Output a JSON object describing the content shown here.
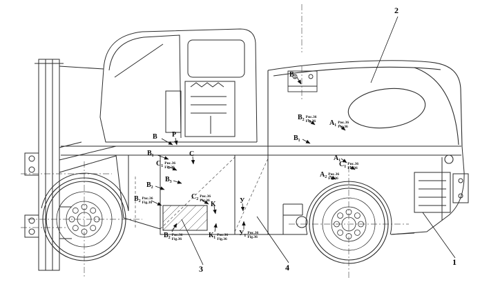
{
  "figure": {
    "ink": "#2a2a2a",
    "refnote": {
      "line1": "Рис.36",
      "line2": "Fig.36"
    },
    "callouts": [
      {
        "text": "2"
      },
      {
        "text": "1"
      },
      {
        "text": "3"
      },
      {
        "text": "4"
      }
    ],
    "labels": [
      {
        "text": "В",
        "ref": false
      },
      {
        "text": "Р",
        "ref": false
      },
      {
        "text": "В₁",
        "ref": false
      },
      {
        "text": "С",
        "ref": false
      },
      {
        "text": "С₁",
        "ref": true
      },
      {
        "text": "В₃",
        "ref": false
      },
      {
        "text": "В₂",
        "ref": false
      },
      {
        "text": "В₂",
        "ref": true
      },
      {
        "text": "С₂",
        "ref": true
      },
      {
        "text": "К",
        "ref": false
      },
      {
        "text": "У",
        "ref": false
      },
      {
        "text": "В₂",
        "ref": true
      },
      {
        "text": "К₁",
        "ref": true
      },
      {
        "text": "У₁",
        "ref": true
      },
      {
        "text": "В₁",
        "ref": false
      },
      {
        "text": "В₂",
        "ref": true
      },
      {
        "text": "А₁",
        "ref": true
      },
      {
        "text": "В₁",
        "ref": false
      },
      {
        "text": "А₁",
        "ref": false
      },
      {
        "text": "С₁",
        "ref": true
      },
      {
        "text": "А₂",
        "ref": true
      }
    ]
  }
}
